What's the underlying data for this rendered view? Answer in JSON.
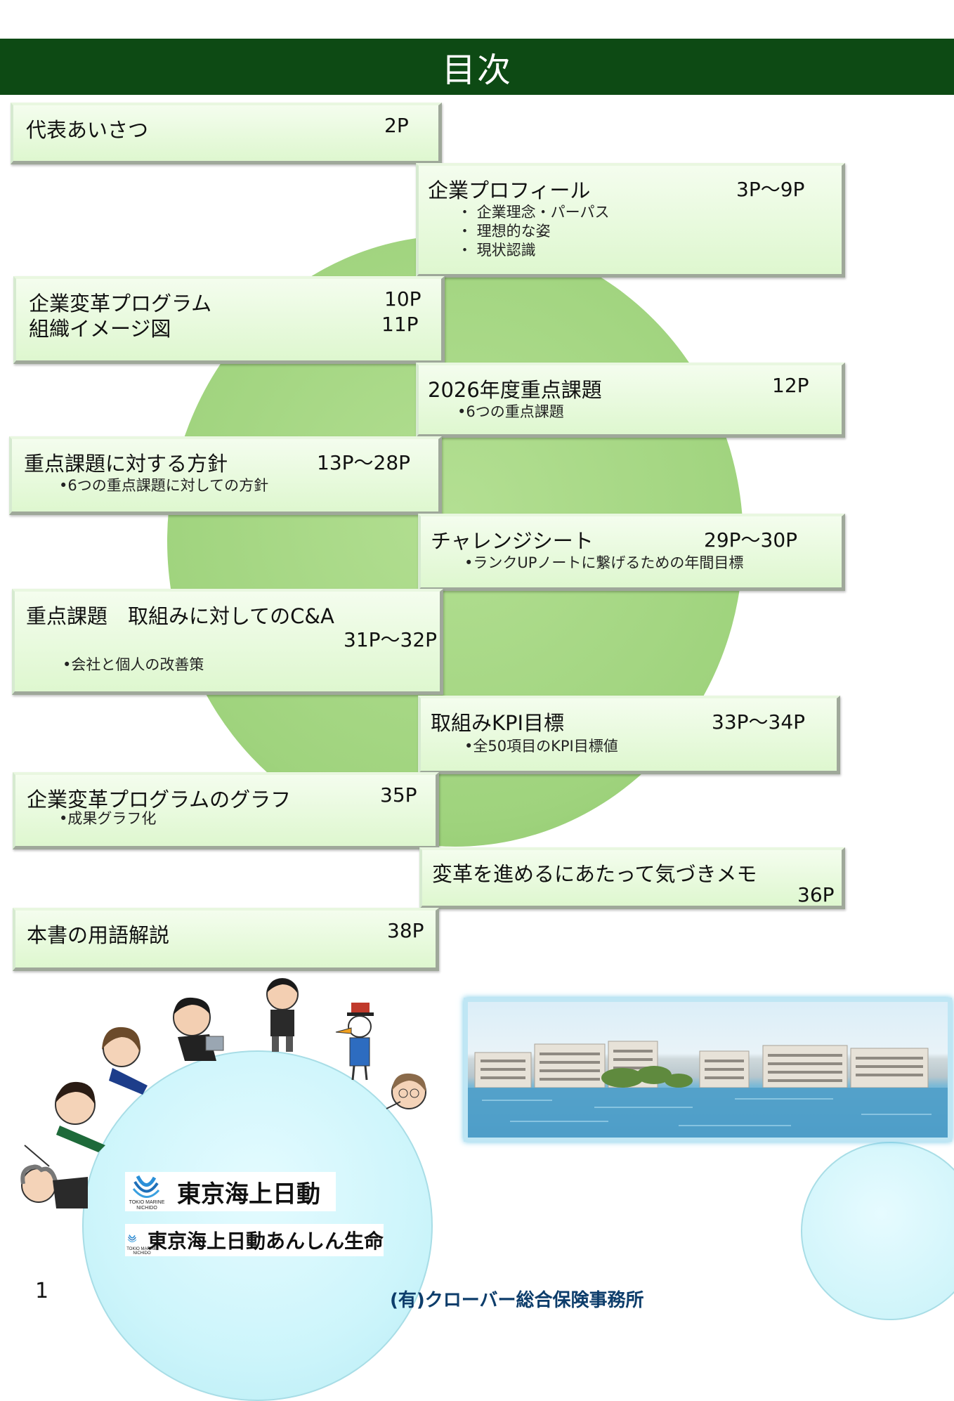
{
  "header": {
    "title": "目次"
  },
  "toc": [
    {
      "title": "代表あいさつ",
      "page": "2P"
    },
    {
      "title": "企業プロフィール",
      "page": "3P～9P",
      "subs": [
        "・ 企業理念・パーパス",
        "・ 理想的な姿",
        "・ 現状認識"
      ]
    },
    {
      "title": "企業変革プログラム",
      "page": "10P",
      "title2": "組織イメージ図",
      "page2": "11P"
    },
    {
      "title": "2026年度重点課題",
      "page": "12P",
      "sub": "•6つの重点課題"
    },
    {
      "title": "重点課題に対する方針",
      "page": "13P～28P",
      "sub": "•6つの重点課題に対しての方針"
    },
    {
      "title": "チャレンジシート",
      "page": "29P～30P",
      "sub": "•ランクUPノートに繋げるための年間目標"
    },
    {
      "title": "重点課題　取組みに対してのC&A",
      "page": "31P～32P",
      "sub": "•会社と個人の改善策"
    },
    {
      "title": "取組みKPI目標",
      "page": "33P～34P",
      "sub": "•全50項目のKPI目標値"
    },
    {
      "title": "企業変革プログラムのグラフ",
      "page": "35P",
      "sub": "•成果グラフ化"
    },
    {
      "title": "変革を進めるにあたって気づきメモ",
      "page": "36P"
    },
    {
      "title": "本書の用語解説",
      "page": "38P"
    }
  ],
  "logos": {
    "brand1": "東京海上日動",
    "brand2": "東京海上日動あんしん生命",
    "emblem_caption_1": "TOKIO MARINE",
    "emblem_caption_2": "NICHIDO"
  },
  "footer": {
    "page_number": "1",
    "company": "(有)クローバー総合保険事務所"
  },
  "colors": {
    "header_bg": "#0d4a14",
    "box_bg": "#e2f8d4",
    "circle_green": "#a6d884",
    "circle_cyan": "#cff5fb",
    "footer_text": "#0d3d6b"
  }
}
